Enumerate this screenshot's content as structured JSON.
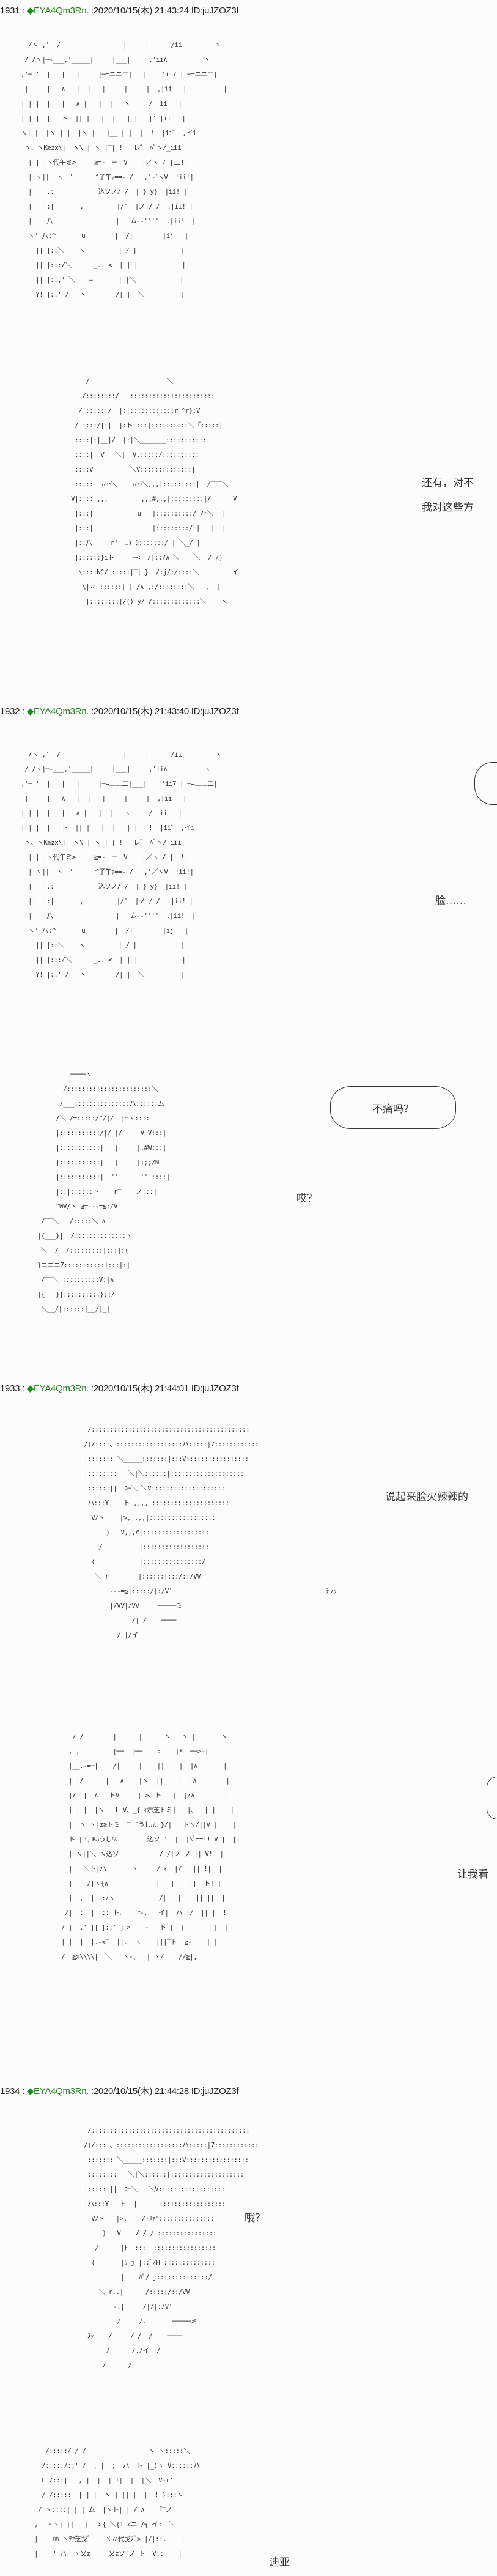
{
  "posts": [
    {
      "number": "1931",
      "sep": " : ",
      "diamond": "◆",
      "trip": "EYA4Qm3Rn.",
      "meta": " :2020/10/15(木) 21:43:24 ID:juJZOZ3f",
      "art1": "  /ヽ ,'  /                 |     |      /ii         ヽ\n / /ヽ|─-___,'_____|     |___|     ,'ii∧          ヽ\n,'─''  |   |   |     |─=ニニ二|___|    'ii7 | ─=ニニ二|\n |     |   ∧   |  |   |     |     |  ,|ii   |          |\n| | |  |   ||  ∧ |   |  |   ヽ    |/ |ii   |\n| | |  |   ト  || |   |  |   | |   |' |ii   |\nヽ| |  |ヽ | |  |ヽ |   |__ | |  |  !  |ii゛ ,イi\n ヽ、ヽK≧zx\\|  ヽ\\ | ヽ |‾| !   レ゛ ﾍﾞヽ/_iii|\n  ||| |ヽ代午ミ>     ≧=-  ─  V    |／ヽ / |ii!|\n  ||ヽ||  ヽ＿'      ^子午ｧ==- /   ,'／ヽV  !ii!|\n  ||  |.:            込ソノ/ /  | } y}  |ii! |\n  ||  |:|       ,         |/'  |ノ / /  .|ii! |\n  |   |八                 |   ム--''''  .|ii!  |\n  ヽ' 八:^       u        |  /|        |ij   |\n    || |::＼    ヽ         | / |            |\n    || |:::/＼      _.. <  | | |            |\n    || |::,' ＼＿  ―       | |＼            |\n    Y! |:.' /   ヽ        /| |  ＼          |",
      "art2": "       /‾‾‾‾‾‾‾‾‾‾‾‾‾‾‾‾‾‾‾‾‾＼\n      /::::::::/   :::::::::::::::::::::::\n     / ::::::/  |:|::::::::::::r ^r}:V\n    / ::::/|:|  |:ト :::|::::::::::＼「:::::|\n   |::::|:|__|/  |:|＼_______:::::::::::|\n   |::::|| V   ＼|  V.:::::/::::::::::|\n   |::::V          ＼V::::::::::::::|\n   |:::::  〃⌒＼    〃⌒＼,,,|:::::::::|  /‾‾‾＼\n   V|:::: ,,,         ,,,#,,,|:::::::::|/      V\n    |:::|            u   |::::::::::/ /⌒＼  |\n    |:::|                |:::::::::/ |   |  |\n    |::八     r'  ﾆ) ｼ:::::::/ | ＼_/ |\n    |::::::}iト     ─<  /|::/∧ ＼    ＼__/ /)\n     \\::::N^/ :::::|‾| }__/:j/:/::::＼         イ\n      \\|〃 ::::::| | /∧ ,:/::::::::＼   ,  |\n       |::::::::|/() y/ /:::::::::::::＼    ヽ",
      "lines": [
        "还有，对不",
        "我对这些方"
      ]
    },
    {
      "number": "1932",
      "sep": " : ",
      "diamond": "◆",
      "trip": "EYA4Qm3Rn.",
      "meta": " :2020/10/15(木) 21:43:40 ID:juJZOZ3f",
      "art1": "  /ヽ ,'  /                 |     |      /ii         ヽ\n / /ヽ|─-___,'_____|     |___|     ,'ii∧          ヽ\n,'─''  |   |   |     |─=ニニ二|___|    'ii7 | ─=ニニ二|\n |     |   ∧   |  |   |     |     |  ,|ii   |\n| | |  |   ||  ∧ |   |  |   ヽ    |/ |ii   |\n| | |  |   ト  || |   |  |   | |   !  |ii゛ ,イi\n ヽ、ヽK≧zx\\|  ヽ\\ | ヽ |‾| !   レ゛ ﾍﾞヽ/_iii|\n  ||| |ヽ代午ミ>     ≧=-  ─  V    |／ヽ / |ii!|\n  ||ヽ||  ヽ＿'      ^子午ｧ==- /   ,'／ヽV  !ii!|\n  ||  |.:            込ソノ/ /  | } y}  |ii! |\n  ||  |:|       ,         |/'  |ノ / /  .|ii! |\n  |   |八                 |   ム--''''  .|ii!  |\n  ヽ' 八:^       u        |  /|        |ij   |\n    || |::＼    ヽ         | / |            |\n    || |:::/＼      _.. <  | | |            |\n    Y! |:.' /   ヽ        /| |  ＼          |",
      "art2": "          ────ヽ\n        /:::::::::::::::::::::::＼\n       /___:::::::::::::::ハ::::::ム\n      /＼_/=:::::/^/|/  |⌒ヽ::::\n      |:::::::::::/|/ |/     V V:::|\n      |:::::::::::|   |     |,#W:::|\n      |:::::::::::|   |     |;;;/N\n      |:::::::::::|  ''      '' ::::|\n      |::|::::::ト    r‾    ノ:::|\n      ^WV/ヽ ≧=‐‐‐=≦:/V\n  /‾‾＼   /:::::＼|∧\n |{___}|  /::::::::::::::ヽ\n  ＼__/  /:::::::::|:::|:(\n }ニニニ7:::::::::::|:::|:|\n  /‾‾＼ ::::::::::V:|∧\n |{___}|::::::::::}:|/\n  ＼__/|::::::|__/|_|",
      "bubble": "不痛吗？",
      "line1": "脸……",
      "line2": "哎？"
    },
    {
      "number": "1933",
      "sep": " : ",
      "diamond": "◆",
      "trip": "EYA4Qm3Rn.",
      "meta": " :2020/10/15(木) 21:44:01 ID:juJZOZ3f",
      "art1": "     /:::::::::::::::::::::::::::::::::::::::::::\n    /)/:::|、::::::::::::::::::ハ:::::|7::::::::::::\n    |::::::: ＼_____:::::::|:::V:::::::::::::::::\n    |::::::::|  ＼|＼::::::|::::::::::::::::::::\n    |::::::||  ﾆ─＼ ＼V::::::::::::::::::::\n    |ハ:::Y    ト ,,,,|:::::::::::::::::::::\n      V/ヽ    |>, ,,,|::::::::::::::::::\n          )   V,,,#|::::::::::::::::::\n        /          |::::::::::::::::::\n      (            |::::::::::::::::/\n       ＼ r‾       |::::::|:::/::/VV\n           ‐‐‐=≦|:::::/|:/V'\n           |/VV|/VV     ─────ミ\n              ___/| /    ────\n             / |/イ",
      "art2": "   / /        |      |      ヽ   ヽ |       ヽ\n  , ,     |___|──  |──    :    |∧  ──>‐|\n  |__.-=─|    /|     |    ||    |  |∧       |\n  | |/      |   ∧    |ヽ  ||    |  |∧        |\n  |/| |  ∧   トV     | >、ト   |  |/∧        |\n  | | |  |ヽ   L V、_{ ｨ示芝トミ|   |、  | |    |\n  |  ヽ ヽ|z≧トミ  ‾ ″うしﾊﾘ }/|   トヽ/||V |    |\n  ト |＼ Kﾊうしﾊﾘ        込ソ '  |  |ﾍﾟ==!! V |  |\n  | ヽ||＼ ヽ込ソ           / /|ノ ノ || V!  |\n  |   ＼ト|ハ       ヽ     / ｨ  |/   || !|  |\n  |    /|ヽ{∧             |   |    || |ト! |\n  |  , || |:ﾉヽ            /|   |    || ||  |\n /|  : || |::|ト、   r-,   イ|  ハ  /  || |  !\n/ |  ,' || |:;' 」>    -   ト |  |        |  |\n| |  |  |.-<‾  ||.  ヽ    |||‾ト  ≧-    | |\n/  ≧x\\\\\\\\|  ＼   ヽ‐、  | ヽ/    //≧|,",
      "line1": "说起来脸火辣辣的",
      "sfx": "ﾁﾗｯ",
      "line2": "让我看"
    },
    {
      "number": "1934",
      "sep": " : ",
      "diamond": "◆",
      "trip": "EYA4Qm3Rn.",
      "meta": " :2020/10/15(木) 21:44:28 ID:juJZOZ3f",
      "art1": "     /:::::::::::::::::::::::::::::::::::::::::::\n    /)/:::|、::::::::::::::::::ハ:::::|7::::::::::::\n    |::::::: ＼_____:::::::|:::V:::::::::::::::::\n    |::::::::|  ＼|＼::::::|::::::::::::::::::::\n    |::::::||  ﾆ─＼   ＼V::::::::::::::::::\n    |ハ:::Y   ト  |      ::::::::::::::::::\n      V/ヽ   |>,    /‐ｽｧ':::::::::::::::\n         )   V    / / / ::::::::::::::::\n       /      |ﾄ |:::  :::::::::::::::::\n      (       |ﾘ j |::ﾞ/H ::::::::::::::\n              |    ﾊﾟ/ j::::::::::::::/\n        ＼ r..|      /:::::/::/VV\n            -.|     /|/|:/V'\n             /     /.       ─────ミ\n     ｽｯ    /     / /  /    ────\n          /      /./イ  /\n         /      /",
      "art2": "    /:::::/ / /                 ヽ ヽ:::::＼\n   /:::::/:;' /  , |  ;  ハ  ト |_)ヽ V::::::ハ\n   L_/:::| ' , |  |  | !|  |  |＼| V‐r'\n   / /:::::| | | |  ヽ | || |  |  ! }:::ヽ\n  / ヽ::::| | | ム  |ヽト| | /!∧ | 「‾ノ\n ,   ┐ヽ| ||_  |_ ゝ{ ＼{1_∠ニ|/┐|イ:‾‾＼\n |    ﾊﾊ ヽﾃｧ芝戈ﾟ    ヾ〃代戈ｽﾟ> |/|::.    |\n |    ' ハ  ヽ乂z     乂zソ ノ ト  V::    |",
      "line1": "哦？",
      "sfx": "ｽｯ",
      "line2": "迪亚"
    }
  ],
  "colors": {
    "trip": "#2a7a2a",
    "text": "#333333",
    "background": "#fcfcfc"
  }
}
